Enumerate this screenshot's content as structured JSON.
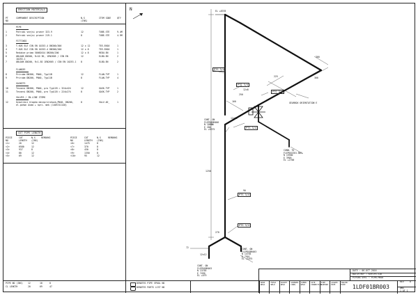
{
  "erection_materials": {
    "title": "ERECTION MATERIALS",
    "headers": {
      "pt_no": "PT NO",
      "description": "COMPONENT DESCRIPTION",
      "ns": "N.S (INS)",
      "item_code": "ITEM CODE",
      "qty": "QTY"
    },
    "sections": [
      {
        "name": "PIPE",
        "items": [
          {
            "pt": "1",
            "desc": "Potrubi vnejsi pruner 323.9",
            "ns": "12",
            "code": "TUBE-STE",
            "qty": "9.4M"
          },
          {
            "pt": "2",
            "desc": "Potrubi vnejsi pruner 219.1",
            "ns": "8",
            "code": "TUBE-STE",
            "qty": "4.9M"
          }
        ]
      },
      {
        "name": "FITTINGS",
        "items": [
          {
            "pt": "3",
            "desc": "T-KUS ELE CSN EN 10253-4 DN300/300",
            "ns": "12 x 12",
            "code": "TEE-EN10",
            "qty": "1"
          },
          {
            "pt": "4",
            "desc": "T-KUS ELE CSN EN 10253-4 DN300/200",
            "ns": "12 x 8",
            "code": "TEE-EN10",
            "qty": "1"
          },
          {
            "pt": "5",
            "desc": "Redukce prima 50062014 DN300/200",
            "ns": "12 x 8",
            "code": "REDU-EN",
            "qty": "1"
          },
          {
            "pt": "6",
            "desc": "OBLOUK DN300, R=1D 3D, 1EN2605 / CSN EN 10253-1",
            "ns": "12",
            "code": "ELBO-EN",
            "qty": "2"
          },
          {
            "pt": "7",
            "desc": "OBLOUK DN200, R=1.5D 1EN2605 / CSN EN 10253-1",
            "ns": "8",
            "code": "ELBO-EN",
            "qty": "2"
          }
        ]
      },
      {
        "name": "FLANGES",
        "items": [
          {
            "pt": "8",
            "desc": "Priruba DN300, PN40, Typ11B",
            "ns": "12",
            "code": "FLAN-TYP",
            "qty": "1"
          },
          {
            "pt": "9",
            "desc": "Priruba DN200, PN40, Typ11B",
            "ns": "8",
            "code": "FLAN-TYP",
            "qty": "4"
          }
        ]
      },
      {
        "name": "GASKETS",
        "items": [
          {
            "pt": "10",
            "desc": "Tesneni DN300, PN40, pro Typ11B = 324x424",
            "ns": "12",
            "code": "GASK-TYP",
            "qty": "1"
          },
          {
            "pt": "11",
            "desc": "Tesneni DN200, PN40, pro Typ11B = 224x274",
            "ns": "8",
            "code": "GASK-TYP",
            "qty": "2"
          }
        ]
      },
      {
        "name": "VALVES / IN-LINE ITEMS",
        "items": [
          {
            "pt": "12",
            "desc": "Uzaviraci klapka mezipriruhova,PN40, DN200, el.pohon Auma + npri. mek (140S741140)",
            "ns": "8",
            "code": "VALV-AE_",
            "qty": "1"
          }
        ]
      }
    ]
  },
  "cut_pipe_length": {
    "title": "CUT PIPE LENGTH",
    "headers": [
      "PIECE NO",
      "CUT LENGTH",
      "N.S (INS)",
      "REMARKS",
      "PIECE NO",
      "CUT LENGTH",
      "N.S (INS)",
      "REMARKS"
    ],
    "rows": [
      [
        "<1>",
        "20",
        "12",
        "",
        "<6>",
        "1475",
        "8",
        ""
      ],
      [
        "<2>",
        "6580",
        "12",
        "",
        "<7>",
        "370",
        "8",
        ""
      ],
      [
        "<3>",
        "937",
        "8",
        "",
        "<8>",
        "430",
        "8",
        ""
      ],
      [
        "<4>",
        "80",
        "12",
        "",
        "<9>",
        "1350",
        "8",
        ""
      ],
      [
        "<5>",
        "69",
        "12",
        "",
        "<10>",
        "95",
        "12",
        ""
      ]
    ]
  },
  "bottom_left": {
    "line1_label": "PIPE NO (INS)",
    "line1_val1": "12",
    "line1_val2": "10",
    "line1_val3": "8",
    "line2_label": "CL LENGTH",
    "line2_val1": "20",
    "line2_val2": "69",
    "line2_val3": "47"
  },
  "legend": {
    "shop_label": "DENOTES PIPE SPOOL NO",
    "parts_label": "DENOTES PARTS LIST NO"
  },
  "drawing": {
    "north": "N",
    "labels": {
      "el_top": "EL +8378",
      "d_300_top": "300",
      "d_300_mid": "300",
      "d_225": "225",
      "d_160": "160",
      "gearbox": "GEARBOX ORIENTATION E",
      "cont_on_1": "CONT. ON",
      "cont_on_1b": "FLEP01BR006",
      "cont_on_1c": "N 12390",
      "cont_on_1d": "E 200",
      "cont_on_1e": "EL +6375",
      "conn_to": "CONN. TO",
      "conn_to_b": "FLEP01EZ01.N01",
      "conn_to_c": "N 15900",
      "conn_to_d": "E 3905",
      "conn_to_e": "EL +2700",
      "cont_on_2": "CONT. ON",
      "cont_on_2b": "FLEP01BR003",
      "cont_on_2c": "N 14765",
      "cont_on_2d": "E 7501",
      "cont_on_2e": "EL +1075",
      "cont_on_3": "CONT. ON",
      "cont_on_3b": "FLEP01BR003",
      "cont_on_3c": "N 13765",
      "cont_on_3d": "E 7490",
      "cont_on_3e": "EL +079",
      "dim_250": "250",
      "dim_1250": "1250",
      "dim_270": "270",
      "dim_12x8": "12x8",
      "dim_12x12": "12x12",
      "dim_12x10": "12x10",
      "dim_90": "90",
      "dim_72": "72"
    },
    "tags": [
      "PTS 3/4",
      "PTS 3/4",
      "PTS 3/4",
      "PTS 3/4",
      "PTS 3/4",
      "PTS 3/4"
    ]
  },
  "title_block": {
    "date_label": "DATE : 06.OCT.2016",
    "batch_label": "BATCH REF : KVF1P3-S16",
    "spec_label": "PIPING SPEC : P1PB-PN40",
    "col_labels": [
      "SHOP WELD",
      "FIELD WELD",
      "SOCKET WELD",
      "SCREWED CONN.",
      "COMPN WELD",
      "SITE CONNECTION",
      "PIPE SUPPORT",
      "LAGGED PIPE",
      "TRACED PIPE"
    ],
    "drawing_no": "1LDF01BR003",
    "rev_label": "REV",
    "rev_val": "0",
    "sheet_label": "DWG",
    "sheet_val": "1 OF 1"
  }
}
